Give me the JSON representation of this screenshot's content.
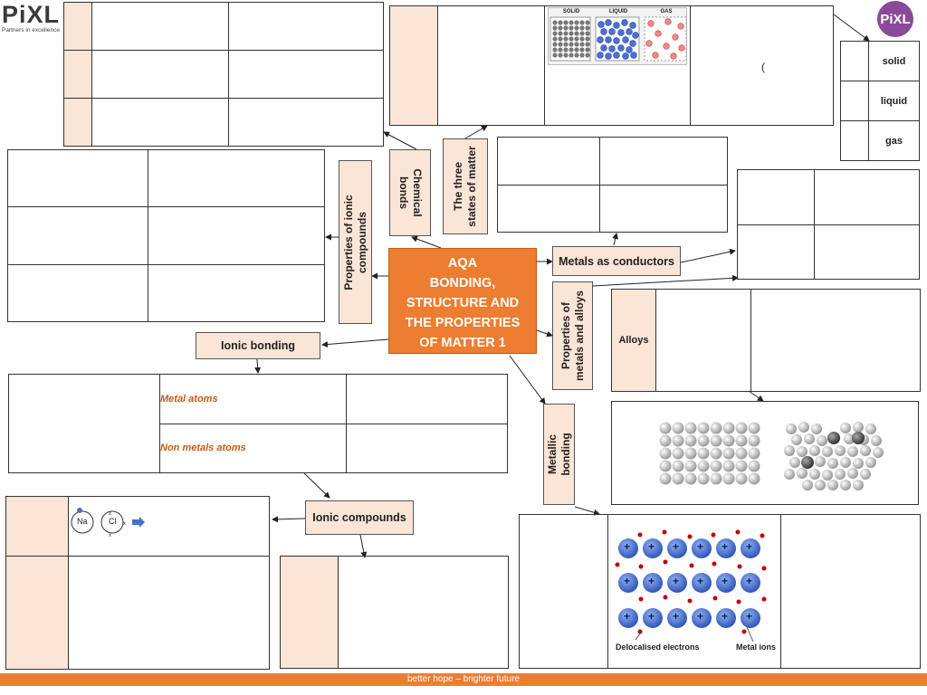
{
  "logo": {
    "main": "PiXL",
    "tagline": "Partners in excellence",
    "right": "PiXL"
  },
  "center": {
    "title": "AQA\nBONDING,\nSTRUCTURE AND\nTHE PROPERTIES\nOF MATTER 1"
  },
  "labels": {
    "chemical_bonds": "Chemical\nbonds",
    "three_states": "The three\nstates of matter",
    "properties_ionic": "Properties of ionic\ncompounds",
    "metals_conductors": "Metals as conductors",
    "properties_metals": "Properties of\nmetals and alloys",
    "metallic_bonding": "Metallic\nbonding",
    "ionic_bonding": "Ionic bonding",
    "ionic_compounds": "Ionic compounds"
  },
  "states_table": {
    "rows": [
      "solid",
      "liquid",
      "gas"
    ]
  },
  "states_image": {
    "solid": "SOLID",
    "liquid": "LIQUID",
    "gas": "GAS"
  },
  "states_box": {
    "paren": "("
  },
  "alloys": {
    "label": "Alloys"
  },
  "ionic_table": {
    "metal": "Metal atoms",
    "nonmetal": "Non metals atoms"
  },
  "nacl": {
    "na": "Na",
    "cl": "Cl"
  },
  "metallic_image": {
    "delocalised": "Delocalised electrons",
    "ions": "Metal ions",
    "ion_symbol": "+"
  },
  "footer": {
    "text": "better hope – brighter future"
  },
  "colors": {
    "accent": "#ed7d31",
    "peach": "#fbe5d6",
    "ion_blue": "#4472c4",
    "electron_red": "#c00000"
  }
}
